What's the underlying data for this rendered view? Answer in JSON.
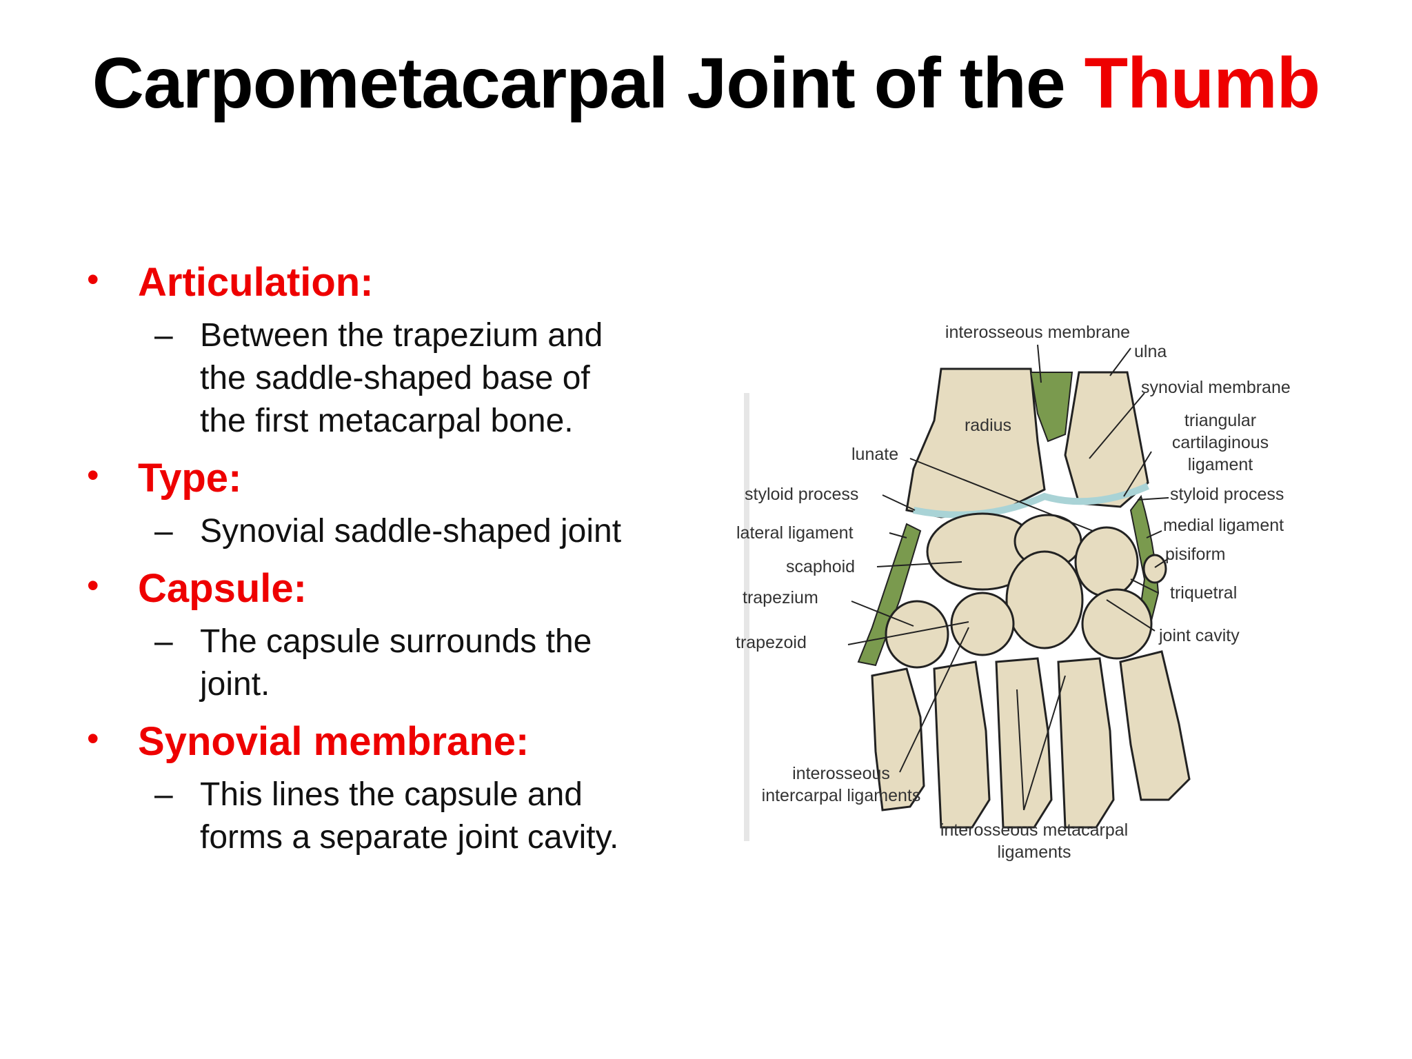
{
  "slide": {
    "title_main": "Carpometacarpal Joint of the ",
    "title_accent": "Thumb",
    "bullets": [
      {
        "heading": "Articulation:",
        "sub": [
          "Between the trapezium and",
          "the saddle-shaped base of",
          "the first metacarpal bone."
        ]
      },
      {
        "heading": "Type:",
        "sub": [
          "Synovial saddle-shaped joint"
        ]
      },
      {
        "heading": "Capsule:",
        "sub": [
          "The capsule surrounds the",
          "joint."
        ]
      },
      {
        "heading": "Synovial membrane:",
        "sub": [
          "This lines the capsule and",
          "forms a separate joint cavity."
        ]
      }
    ]
  },
  "figure": {
    "labels": {
      "interosseous_membrane": "interosseous membrane",
      "ulna": "ulna",
      "synovial_membrane": "synovial membrane",
      "triangular_1": "triangular",
      "triangular_2": "cartilaginous",
      "triangular_3": "ligament",
      "radius": "radius",
      "lunate": "lunate",
      "styloid_left": "styloid process",
      "styloid_right": "styloid process",
      "medial_ligament": "medial ligament",
      "lateral_ligament": "lateral ligament",
      "pisiform": "pisiform",
      "scaphoid": "scaphoid",
      "triquetral": "triquetral",
      "trapezium": "trapezium",
      "joint_cavity": "joint cavity",
      "trapezoid": "trapezoid",
      "intercarpal_1": "interosseous",
      "intercarpal_2": "intercarpal ligaments",
      "metacarpal_1": "interosseous metacarpal",
      "metacarpal_2": "ligaments"
    },
    "colors": {
      "bone": "#e6dcc0",
      "cartilage": "#a9d3d6",
      "ligament": "#7a9a4e",
      "outline": "#222222"
    }
  }
}
